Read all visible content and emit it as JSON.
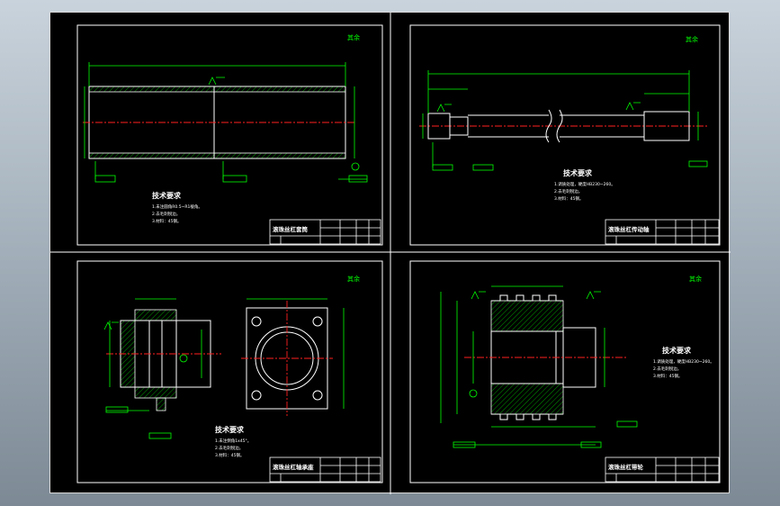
{
  "drawings": [
    {
      "id": "sleeve",
      "notes_title": "技术要求",
      "notes": [
        "1.未注圆角R0.5~R1棱角。",
        "2.去毛刺锐边。",
        "3.材料：45钢。"
      ],
      "title_block": {
        "name": "滚珠丝杠套筒"
      }
    },
    {
      "id": "shaft",
      "notes_title": "技术要求",
      "notes": [
        "1.调质处理，硬度HB230~260。",
        "2.去毛刺锐边。",
        "3.材料：45钢。"
      ],
      "title_block": {
        "name": "滚珠丝杠传动轴"
      }
    },
    {
      "id": "bearing-seat",
      "notes_title": "技术要求",
      "notes": [
        "1.未注倒角1x45°。",
        "2.去毛刺锐边。",
        "3.材料：45钢。"
      ],
      "title_block": {
        "name": "滚珠丝杠轴承座"
      }
    },
    {
      "id": "pulley",
      "notes_title": "技术要求",
      "notes": [
        "1.调质处理，硬度HB230~260。",
        "2.去毛刺锐边。",
        "3.材料：45钢。"
      ],
      "title_block": {
        "name": "滚珠丝杠带轮"
      }
    }
  ],
  "roughness_mark": "其余"
}
